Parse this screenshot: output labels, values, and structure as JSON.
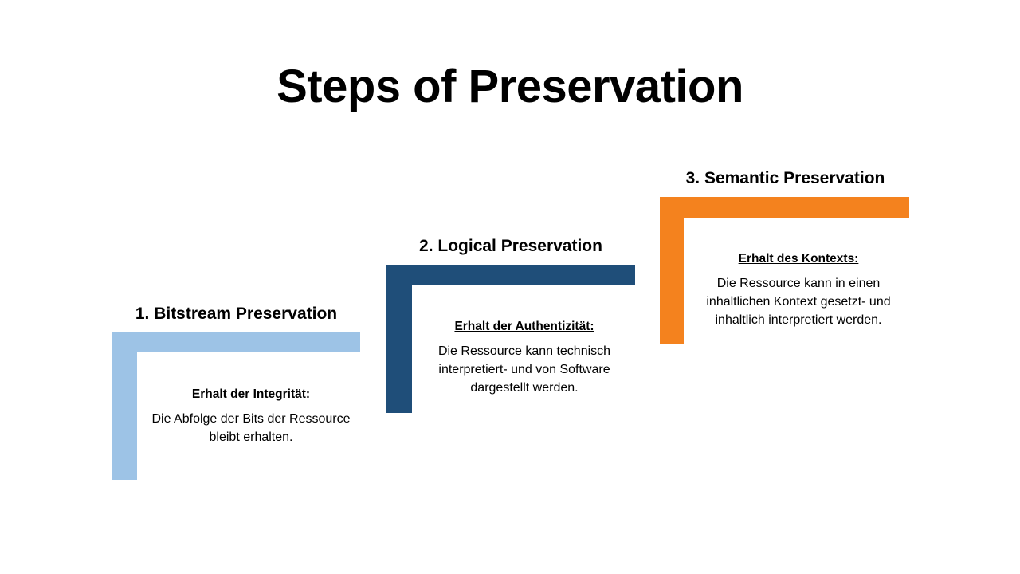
{
  "slide": {
    "title": "Steps of Preservation",
    "background_color": "#FFFFFF"
  },
  "steps": [
    {
      "id": "step-1",
      "heading": "1. Bitstream Preservation",
      "subtitle": "Erhalt der Integrität:",
      "body": "Die Abfolge der Bits der Ressource bleibt erhalten.",
      "color": "#9DC3E6",
      "color_name": "light-blue"
    },
    {
      "id": "step-2",
      "heading": "2. Logical Preservation",
      "subtitle": "Erhalt der Authentizität:",
      "body": "Die Ressource kann technisch interpretiert- und von Software dargestellt werden.",
      "color": "#1F4E79",
      "color_name": "dark-blue"
    },
    {
      "id": "step-3",
      "heading": "3. Semantic Preservation",
      "subtitle": "Erhalt des Kontexts:",
      "body": "Die Ressource kann in einen inhaltlichen Kontext gesetzt- und inhaltlich interpretiert werden.",
      "color": "#F4821E",
      "color_name": "orange"
    }
  ]
}
